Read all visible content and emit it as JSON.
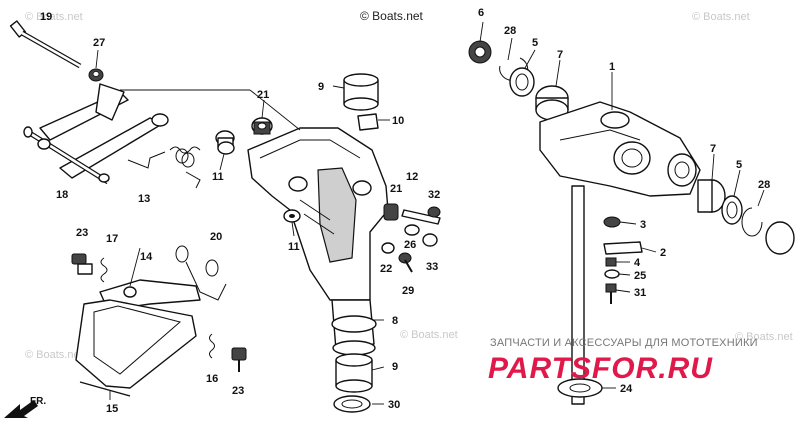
{
  "watermarks": {
    "top": "© Boats.net",
    "top_right": "© Boats.net",
    "left": "© Boats.net",
    "center": "© Boats.net",
    "right": "© Boats.net"
  },
  "brand_caption": "ЗАПЧАСТИ И АКСЕССУАРЫ ДЛЯ МОТОТЕХНИКИ",
  "brand_name": "PARTSFOR.RU",
  "direction_label": "FR.",
  "callouts": [
    "19",
    "27",
    "21",
    "9",
    "10",
    "18",
    "13",
    "11",
    "12",
    "32",
    "21",
    "26",
    "33",
    "22",
    "29",
    "11",
    "23",
    "17",
    "14",
    "20",
    "8",
    "9",
    "30",
    "16",
    "23",
    "15",
    "6",
    "28",
    "5",
    "7",
    "1",
    "7",
    "5",
    "28",
    "3",
    "2",
    "4",
    "25",
    "31",
    "24"
  ]
}
